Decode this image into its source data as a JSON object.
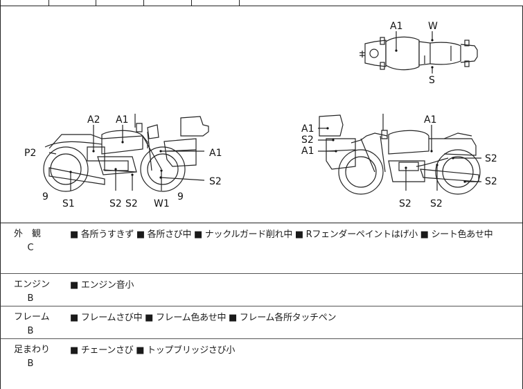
{
  "diagram": {
    "top_view": {
      "labels": [
        "A1",
        "W",
        "S"
      ]
    },
    "left_side": {
      "labels": [
        "A2",
        "A1",
        "P2",
        "A1",
        "S2",
        "9",
        "S1",
        "S2",
        "S2",
        "W1",
        "9"
      ]
    },
    "right_side": {
      "labels": [
        "A1",
        "S2",
        "A1",
        "A1",
        "S2",
        "S2",
        "S2",
        "S2"
      ]
    }
  },
  "sections": [
    {
      "label": "外　観",
      "grade": "C",
      "text": "■ 各所うすきず ■ 各所さび中 ■ ナックルガード削れ中 ■ Rフェンダーペイントはげ小 ■ シート色あせ中"
    },
    {
      "label": "エンジン",
      "grade": "B",
      "text": "■ エンジン音小"
    },
    {
      "label": "フレーム",
      "grade": "B",
      "text": "■ フレームさび中 ■ フレーム色あせ中 ■ フレーム各所タッチペン"
    },
    {
      "label": "足まわり",
      "grade": "B",
      "text": "■ チェーンさび ■ トップブリッジさび小"
    }
  ]
}
